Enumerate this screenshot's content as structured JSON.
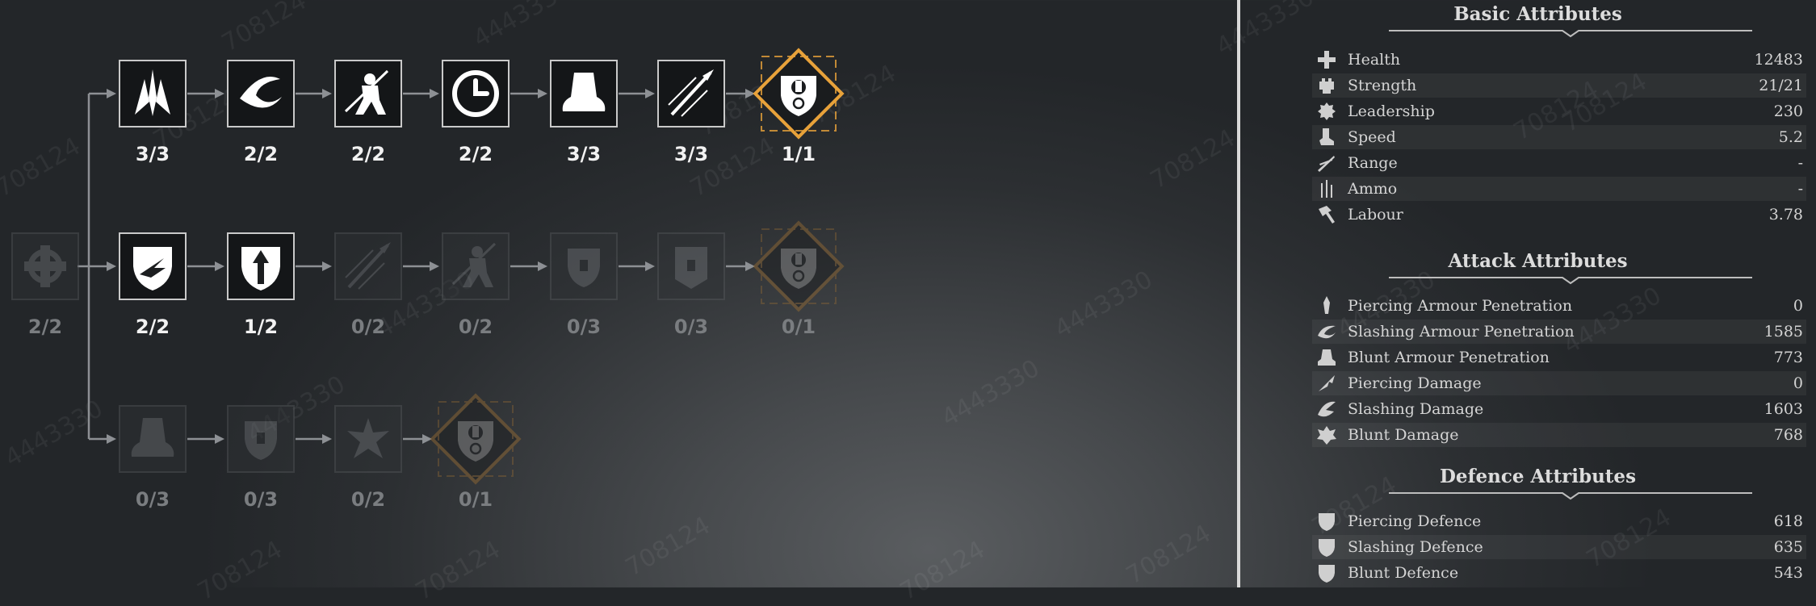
{
  "watermarks": [
    "708124",
    "4443330"
  ],
  "skill_tree": {
    "root": {
      "icon": "cross-shield-icon",
      "progress": "2/2"
    },
    "rows": [
      {
        "name": "top",
        "nodes": [
          {
            "icon": "spike-crest-icon",
            "progress": "3/3",
            "active": true
          },
          {
            "icon": "slash-swoosh-icon",
            "progress": "2/2",
            "active": true
          },
          {
            "icon": "warrior-figure-icon",
            "progress": "2/2",
            "active": true
          },
          {
            "icon": "clock-icon",
            "progress": "2/2",
            "active": true
          },
          {
            "icon": "armor-plate-icon",
            "progress": "3/3",
            "active": true
          },
          {
            "icon": "spear-thrust-icon",
            "progress": "3/3",
            "active": true
          },
          {
            "icon": "knight-crest-icon",
            "progress": "1/1",
            "active": true,
            "final": true
          }
        ]
      },
      {
        "name": "middle",
        "nodes": [
          {
            "icon": "wing-shield-icon",
            "progress": "2/2",
            "active": true
          },
          {
            "icon": "arrow-shield-icon",
            "progress": "1/2",
            "active": true
          },
          {
            "icon": "spear-volley-icon",
            "progress": "0/2",
            "active": false
          },
          {
            "icon": "soldier-figure-icon",
            "progress": "0/2",
            "active": false
          },
          {
            "icon": "locked-shield-icon",
            "progress": "0/3",
            "active": false
          },
          {
            "icon": "locked-banner-icon",
            "progress": "0/3",
            "active": false
          },
          {
            "icon": "knight-crest-icon",
            "progress": "0/1",
            "active": false,
            "final": true
          }
        ]
      },
      {
        "name": "bottom",
        "nodes": [
          {
            "icon": "locked-armor-icon",
            "progress": "0/3",
            "active": false
          },
          {
            "icon": "locked-shield-icon",
            "progress": "0/3",
            "active": false
          },
          {
            "icon": "burst-icon",
            "progress": "0/2",
            "active": false
          },
          {
            "icon": "knight-crest-icon",
            "progress": "0/1",
            "active": false,
            "final": true
          }
        ]
      }
    ]
  },
  "attributes": {
    "basic": {
      "title": "Basic Attributes",
      "rows": [
        {
          "icon": "health-cross-icon",
          "label": "Health",
          "value": "12483"
        },
        {
          "icon": "strength-fist-icon",
          "label": "Strength",
          "value": "21/21"
        },
        {
          "icon": "leadership-gear-icon",
          "label": "Leadership",
          "value": "230"
        },
        {
          "icon": "speed-boot-icon",
          "label": "Speed",
          "value": "5.2"
        },
        {
          "icon": "range-arrows-icon",
          "label": "Range",
          "value": "-"
        },
        {
          "icon": "ammo-bolts-icon",
          "label": "Ammo",
          "value": "-"
        },
        {
          "icon": "labour-hammer-icon",
          "label": "Labour",
          "value": "3.78"
        }
      ]
    },
    "attack": {
      "title": "Attack Attributes",
      "rows": [
        {
          "icon": "piercing-pen-icon",
          "label": "Piercing Armour Penetration",
          "value": "0"
        },
        {
          "icon": "slashing-pen-icon",
          "label": "Slashing Armour Penetration",
          "value": "1585"
        },
        {
          "icon": "blunt-pen-icon",
          "label": "Blunt Armour Penetration",
          "value": "773"
        },
        {
          "icon": "piercing-damage-icon",
          "label": "Piercing Damage",
          "value": "0"
        },
        {
          "icon": "slashing-damage-icon",
          "label": "Slashing Damage",
          "value": "1603"
        },
        {
          "icon": "blunt-damage-icon",
          "label": "Blunt Damage",
          "value": "768"
        }
      ]
    },
    "defence": {
      "title": "Defence Attributes",
      "rows": [
        {
          "icon": "piercing-defence-icon",
          "label": "Piercing Defence",
          "value": "618"
        },
        {
          "icon": "slashing-defence-icon",
          "label": "Slashing Defence",
          "value": "635"
        },
        {
          "icon": "blunt-defence-icon",
          "label": "Blunt Defence",
          "value": "543"
        }
      ]
    }
  }
}
